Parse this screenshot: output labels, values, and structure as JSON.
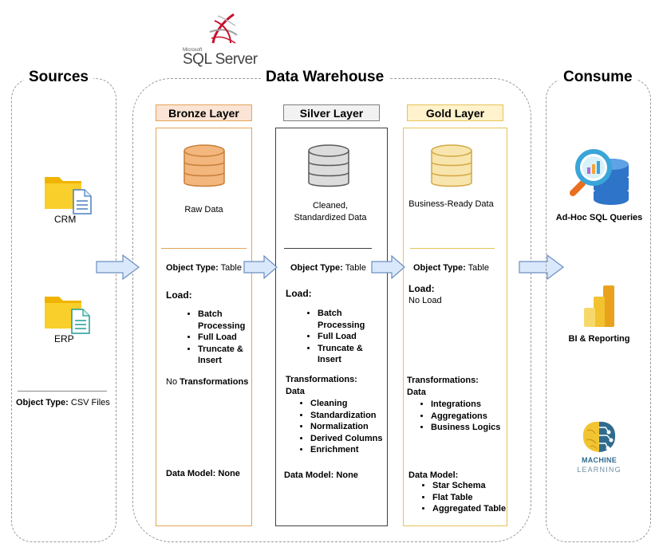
{
  "logo": {
    "vendor": "Microsoft",
    "product": "SQL Server"
  },
  "sections": {
    "sources": "Sources",
    "warehouse": "Data Warehouse",
    "consume": "Consume"
  },
  "sources": {
    "items": [
      {
        "label": "CRM",
        "icon": "folder-document-icon"
      },
      {
        "label": "ERP",
        "icon": "folder-spreadsheet-icon"
      }
    ],
    "object_type_label": "Object Type:",
    "object_type_value": "CSV Files"
  },
  "layers": {
    "bronze": {
      "title": "Bronze Layer",
      "description": "Raw Data",
      "object_type_label": "Object Type:",
      "object_type_value": "Table",
      "load_title": "Load:",
      "load_items": [
        "Batch Processing",
        "Full Load",
        "Truncate & Insert"
      ],
      "transformations_prefix": "No ",
      "transformations_label": "Transformations",
      "data_model_label": "Data Model:",
      "data_model_value": "None",
      "colors": {
        "header_bg": "#fbe4d5",
        "border": "#e3a458",
        "db": "#f3b67c"
      }
    },
    "silver": {
      "title": "Silver Layer",
      "description": "Cleaned, Standardized Data",
      "object_type_label": "Object Type:",
      "object_type_value": "Table",
      "load_title": "Load:",
      "load_items": [
        "Batch Processing",
        "Full Load",
        "Truncate & Insert"
      ],
      "transformations_title": "Transformations:",
      "transformations_subtitle": "Data",
      "transformations_items": [
        "Cleaning",
        "Standardization",
        "Normalization",
        "Derived Columns",
        "Enrichment"
      ],
      "data_model_label": "Data Model:",
      "data_model_value": "None",
      "colors": {
        "header_bg": "#f2f2f2",
        "border": "#404040",
        "db": "#c9c9c9"
      }
    },
    "gold": {
      "title": "Gold Layer",
      "description": "Business-Ready Data",
      "object_type_label": "Object Type:",
      "object_type_value": "Table",
      "load_title": "Load:",
      "load_value": "No Load",
      "transformations_title": "Transformations:",
      "transformations_subtitle": "Data",
      "transformations_items": [
        "Integrations",
        "Aggregations",
        "Business Logics"
      ],
      "data_model_title": "Data Model:",
      "data_model_items": [
        "Star Schema",
        "Flat Table",
        "Aggregated Table"
      ],
      "colors": {
        "header_bg": "#fff2cc",
        "border": "#e6c357",
        "db": "#f6dc98"
      }
    }
  },
  "consume": {
    "items": [
      {
        "label": "Ad-Hoc SQL Queries",
        "icon": "sql-analytics-icon"
      },
      {
        "label": "BI & Reporting",
        "icon": "power-bi-icon"
      },
      {
        "label": "MACHINE LEARNING",
        "line1": "MACHINE",
        "line2": "LEARNING",
        "icon": "brain-icon"
      }
    ]
  },
  "colors": {
    "arrow_fill": "#dae8fc",
    "arrow_stroke": "#6c8ebf",
    "dash": "#9a9a9a",
    "folder": "#f5c518"
  }
}
